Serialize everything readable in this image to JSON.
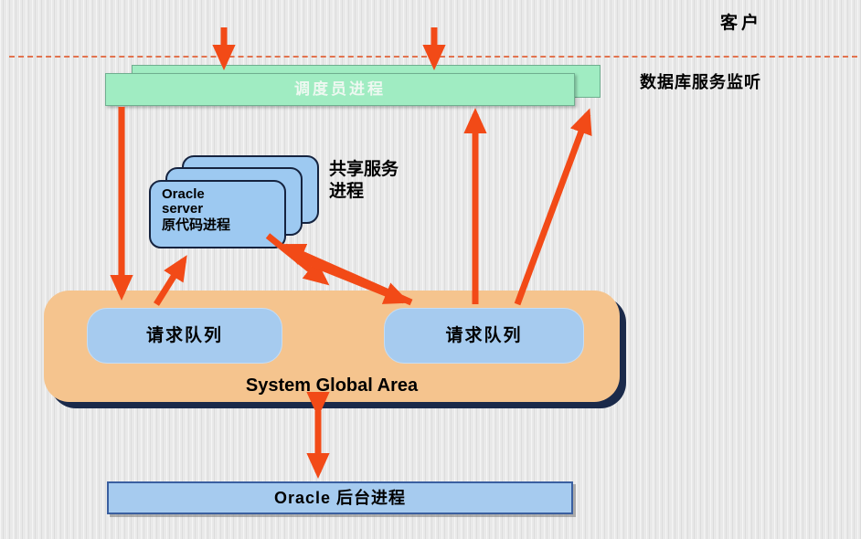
{
  "labels": {
    "client": "客户",
    "listener": "数据库服务监听",
    "shared_service_line1": "共享服务",
    "shared_service_line2": "进程"
  },
  "nodes": {
    "dispatcher": "调度员进程",
    "server_card_line1": "Oracle",
    "server_card_line2": "server",
    "server_card_line3": "原代码进程",
    "request_queue_left": "请求队列",
    "request_queue_right": "请求队列",
    "sga_title": "System Global Area",
    "background_process": "Oracle 后台进程"
  },
  "colors": {
    "arrow": "#f24a17",
    "dashed_divider": "#e2734f",
    "dispatcher_fill": "#a0ecc2",
    "server_card_fill": "#9dc9f1",
    "sga_fill": "#f5c48e",
    "queue_fill": "#a6cbef",
    "background_process_fill": "#a6cbef",
    "shadow_navy": "#1b2a4a"
  }
}
